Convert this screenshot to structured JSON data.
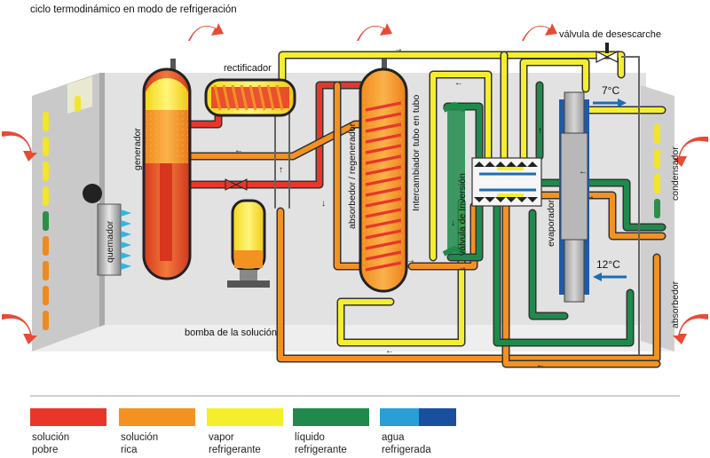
{
  "title": "ciclo termodinámico en modo de refrigeración",
  "labels": {
    "rectificador": "rectificador",
    "generador": "generador",
    "quemador": "quemador",
    "absorbedor_regenerador": "absorbedor / regenerador",
    "intercambiador": "Intercambiador tubo en tubo",
    "valvula_inversion": "válvula de Inversión",
    "evaporador": "evaporador",
    "condensador": "condensador",
    "absorbedor": "absorbedor",
    "bomba": "bomba de la solución",
    "valvula_desescarche": "válvula de desescarche",
    "temp_out": "7°C",
    "temp_in": "12°C"
  },
  "legend": [
    {
      "label": "solución\npobre",
      "color": "#e8362a"
    },
    {
      "label": "solución\nrica",
      "color": "#f39221"
    },
    {
      "label": "vapor\nrefrigerante",
      "color": "#f5ee2d"
    },
    {
      "label": "líquido\nrefrigerante",
      "color": "#1f8a4c"
    },
    {
      "label": "agua\nrefrigerada",
      "color": "#1a6fb5"
    }
  ],
  "colors": {
    "solucion_pobre": "#e8362a",
    "solucion_rica": "#f39221",
    "vapor": "#f5ee2d",
    "liquido": "#1f8a4c",
    "agua": "#1a6fb5",
    "panel": "#d9d9d9",
    "heat_arrow": "#e84a35"
  }
}
